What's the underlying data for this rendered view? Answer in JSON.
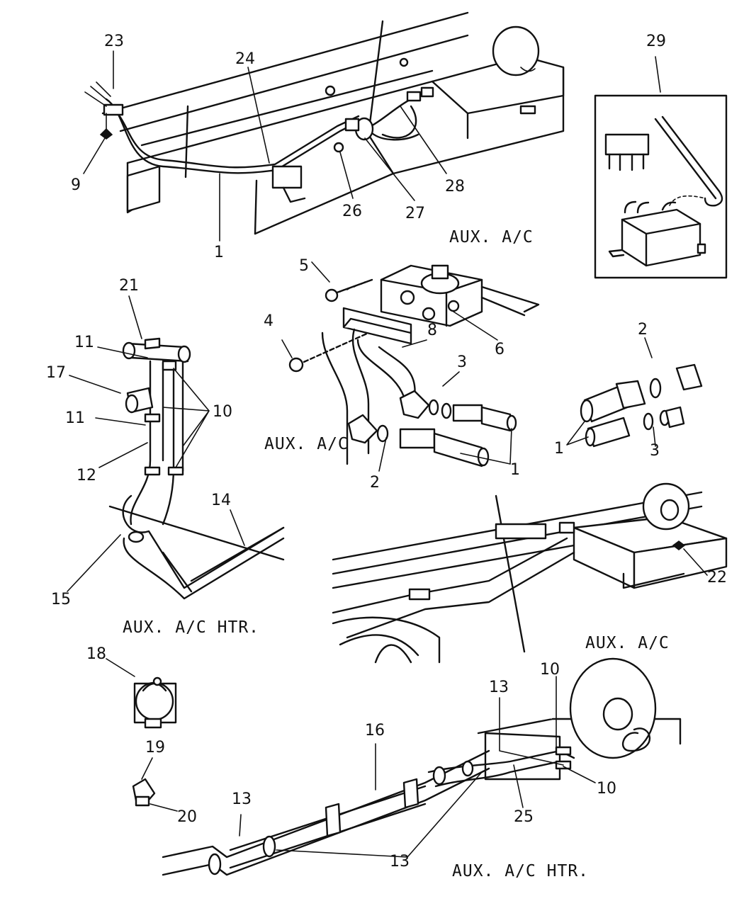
{
  "captions": {
    "aux_ac_top_right": "AUX. A/C",
    "aux_ac_middle": "AUX. A/C",
    "aux_ac_htr_left": "AUX. A/C HTR.",
    "aux_ac_lower_right": "AUX. A/C",
    "aux_ac_htr_bottom": "AUX. A/C HTR."
  },
  "callouts": {
    "n23": "23",
    "n24": "24",
    "n9": "9",
    "n26": "26",
    "n27": "27",
    "n28": "28",
    "n1a": "1",
    "n29": "29",
    "n5": "5",
    "n4": "4",
    "n8": "8",
    "n6": "6",
    "n3a": "3",
    "n2a": "2",
    "n1b": "1",
    "n2b": "2",
    "n1c": "1",
    "n3b": "3",
    "n21": "21",
    "n11a": "11",
    "n17": "17",
    "n10a": "10",
    "n11b": "11",
    "n12": "12",
    "n14": "14",
    "n15": "15",
    "n22": "22",
    "n18": "18",
    "n19": "19",
    "n20": "20",
    "n10b": "10",
    "n13a": "13",
    "n16": "16",
    "n10c": "10",
    "n25": "25",
    "n13b": "13",
    "n13c": "13"
  }
}
